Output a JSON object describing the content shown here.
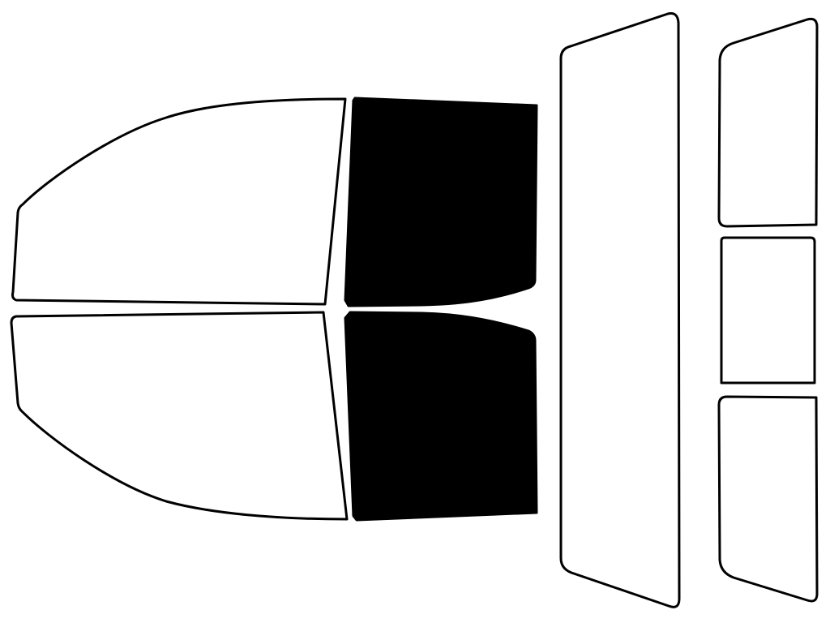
{
  "colors": {
    "background": "#ffffff",
    "outline": "#000000",
    "clear_glass": "#ffffff",
    "tinted_glass": "#000000"
  },
  "windows": [
    {
      "name": "front-driver-window",
      "tinted": false
    },
    {
      "name": "rear-driver-window",
      "tinted": true
    },
    {
      "name": "front-passenger-window",
      "tinted": false
    },
    {
      "name": "rear-passenger-window",
      "tinted": true
    },
    {
      "name": "windshield",
      "tinted": false
    },
    {
      "name": "back-window-upper",
      "tinted": false
    },
    {
      "name": "back-window-middle",
      "tinted": false
    },
    {
      "name": "back-window-lower",
      "tinted": false
    }
  ]
}
